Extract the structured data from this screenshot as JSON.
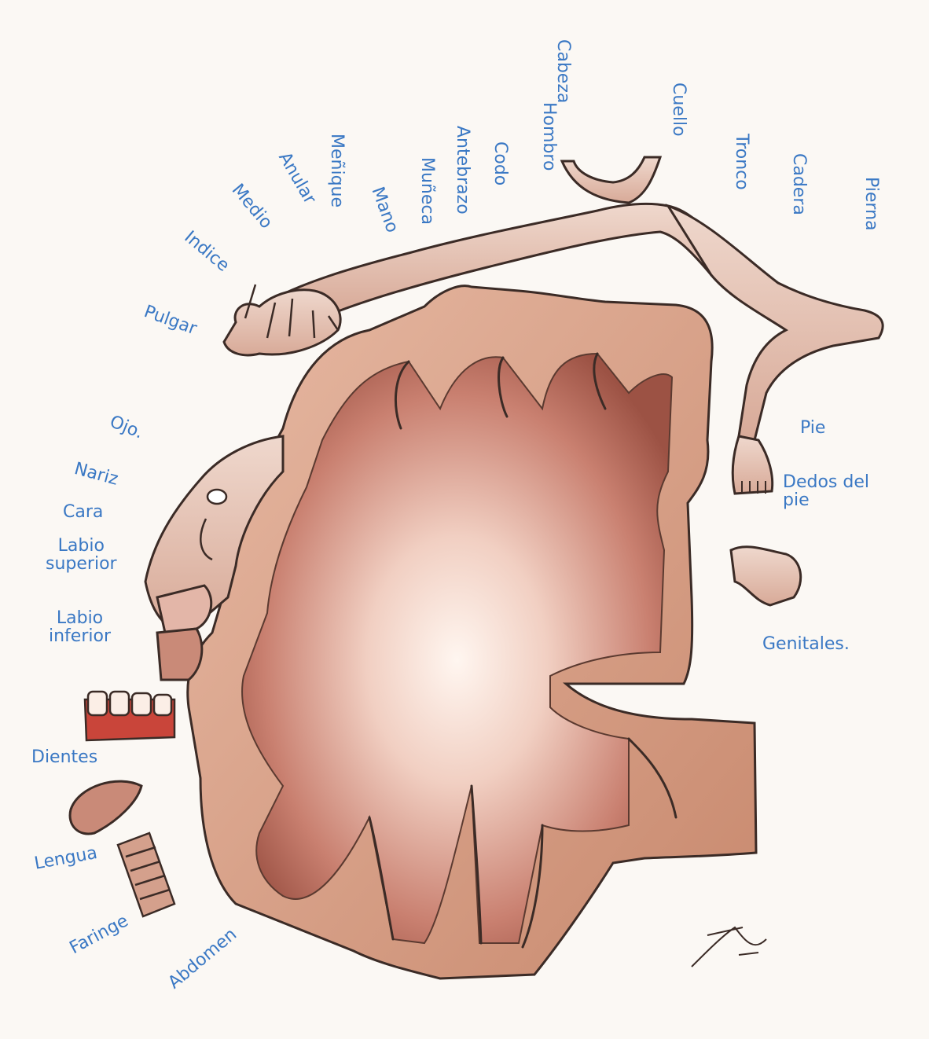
{
  "labels": {
    "cabeza": "Cabeza",
    "cuello": "Cuello",
    "hombro": "Hombro",
    "tronco": "Tronco",
    "cadera": "Cadera",
    "pierna": "Pierna",
    "codo": "Codo",
    "antebrazo": "Antebrazo",
    "muneca": "Muñeca",
    "menique": "Meñique",
    "mano": "Mano",
    "anular": "Anular",
    "medio": "Medio",
    "indice": "Indice",
    "pulgar": "Pulgar",
    "ojo": "Ojo.",
    "nariz": "Nariz",
    "cara": "Cara",
    "labio_superior": "Labio\nsuperior",
    "labio_inferior": "Labio\ninferior",
    "dientes": "Dientes",
    "lengua": "Lengua",
    "faringe": "Faringe",
    "abdomen": "Abdomen",
    "pie": "Pie",
    "dedos_del_pie": "Dedos del\npie",
    "genitales": "Genitales."
  },
  "colors": {
    "label": "#3a78c4",
    "cortex_fill": "#d9a48c",
    "cortex_edge": "#8a4a34",
    "interior": "#b8685a",
    "figure": "#e7c8bb",
    "outline": "#3b2b26",
    "paper": "#fbf8f4"
  }
}
